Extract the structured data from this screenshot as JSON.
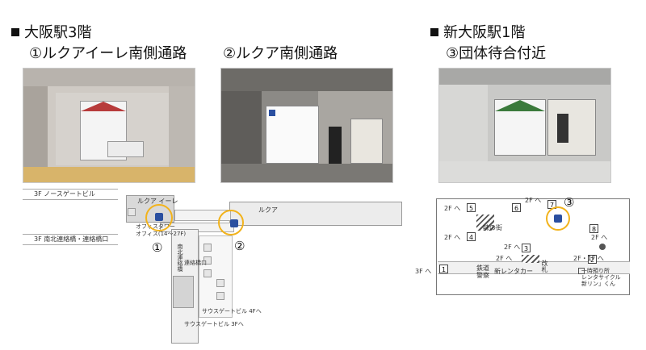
{
  "left_section": {
    "title": "大阪駅3階",
    "loc1_label": "①ルクアイーレ南側通路",
    "loc2_label": "②ルクア南側通路"
  },
  "right_section": {
    "title": "新大阪駅1階",
    "loc3_label": "③団体待合付近"
  },
  "map_osaka": {
    "row1_label": "3F ノースゲートビル",
    "row2_label": "3F 南北連絡橋・連絡橋口",
    "lucua_1100": "ルクア イーレ",
    "lucua": "ルクア",
    "office": "オフィスタワー\nオフィス(14～27F)",
    "south_passage": "南北連絡橋",
    "gate": "連絡橋口",
    "south_gate_4f": "サウスゲートビル 4Fへ",
    "south_gate_3f": "サウスゲートビル 3Fへ",
    "marker1": "①",
    "marker2": "②"
  },
  "map_shinosaka": {
    "f2_a": "2F へ",
    "f2_b": "2F へ",
    "f2_c": "2F へ",
    "f2_d": "2F へ",
    "f2_e": "2F へ",
    "f2_f": "2F へ",
    "f3": "3F へ",
    "f2_1f": "2F・1F へ",
    "ajinomachi": "味の街",
    "tetsudo": "鉄道\n警察",
    "rental_car": "新レンタカー",
    "kaisatsu": "改札",
    "lost_found": "一時預り所\nレンタサイクル\n新リン」くん",
    "marker3": "③",
    "n1": "1",
    "n5": "5",
    "n4": "4",
    "n6": "6",
    "n7": "7",
    "n8": "8",
    "n3": "3",
    "n2": "2"
  },
  "icons": [
    "locker-sign-icon",
    "locker-marker-icon",
    "escalator-icon",
    "elevator-icon",
    "toilet-icon"
  ],
  "colors": {
    "marker_ring": "#f2b31c",
    "locker_blue": "#2a4fa0",
    "locker_green": "#3b7a3c"
  }
}
